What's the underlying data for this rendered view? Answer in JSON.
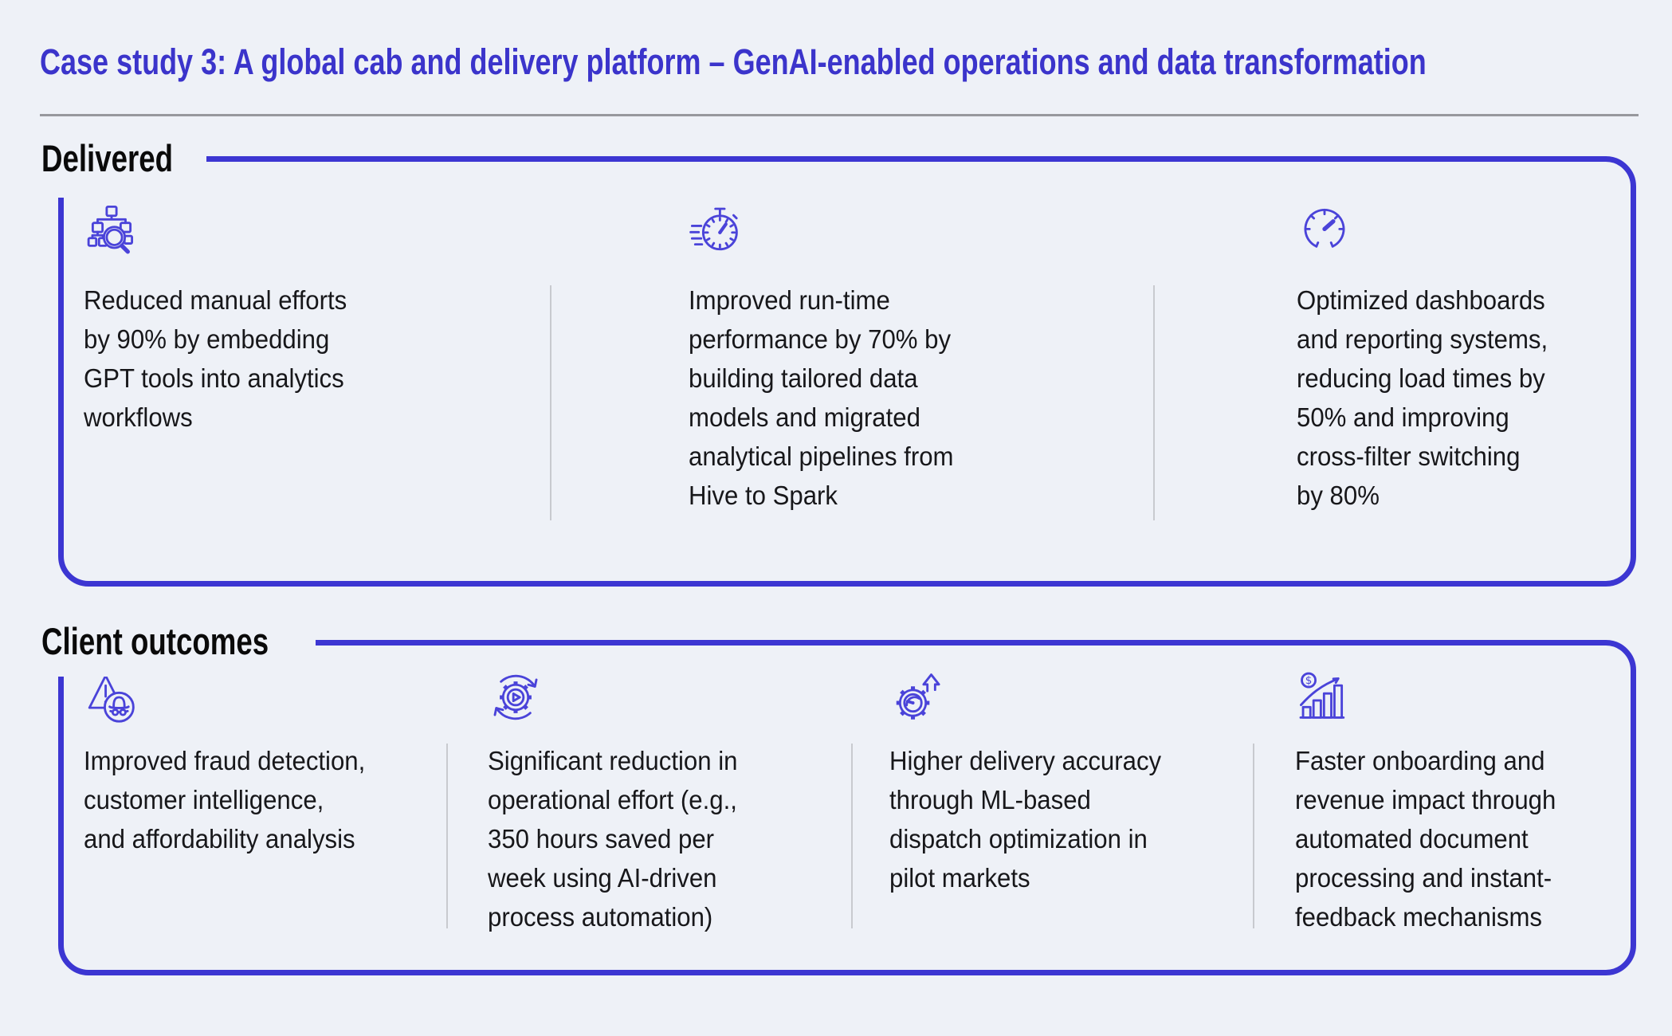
{
  "page": {
    "title": "Case study 3: A global cab and delivery platform – GenAI-enabled operations and data transformation",
    "colors": {
      "background": "#eef1f7",
      "title_blue": "#3b34cb",
      "border_blue": "#3c36d2",
      "icon_blue": "#4a43d9",
      "body_text": "#17171a",
      "column_divider": "#c8cacf",
      "title_rule": "#97989d"
    }
  },
  "sections": [
    {
      "label": "Delivered",
      "items": [
        {
          "icon": "sitemap-search-icon",
          "text": "Reduced manual efforts\nby 90% by embedding\nGPT tools into analytics\nworkflows"
        },
        {
          "icon": "stopwatch-icon",
          "text": "Improved run-time\nperformance by 70% by\nbuilding tailored data\nmodels and migrated\nanalytical pipelines from\nHive to Spark"
        },
        {
          "icon": "speedometer-icon",
          "text": "Optimized dashboards\nand reporting systems,\nreducing load times by\n50% and improving\ncross-filter switching\nby 80%"
        }
      ]
    },
    {
      "label": "Client outcomes",
      "items": [
        {
          "icon": "fraud-detection-icon",
          "text": "Improved fraud detection,\ncustomer intelligence,\nand affordability analysis"
        },
        {
          "icon": "process-automation-icon",
          "text": "Significant reduction in\noperational effort (e.g.,\n350 hours saved per\nweek using AI-driven\nprocess automation)"
        },
        {
          "icon": "dispatch-optimization-icon",
          "text": "Higher delivery accuracy\nthrough ML-based\ndispatch optimization in\npilot markets"
        },
        {
          "icon": "revenue-growth-icon",
          "text": "Faster onboarding and\nrevenue impact through\nautomated document\nprocessing and instant-\nfeedback mechanisms"
        }
      ]
    }
  ]
}
